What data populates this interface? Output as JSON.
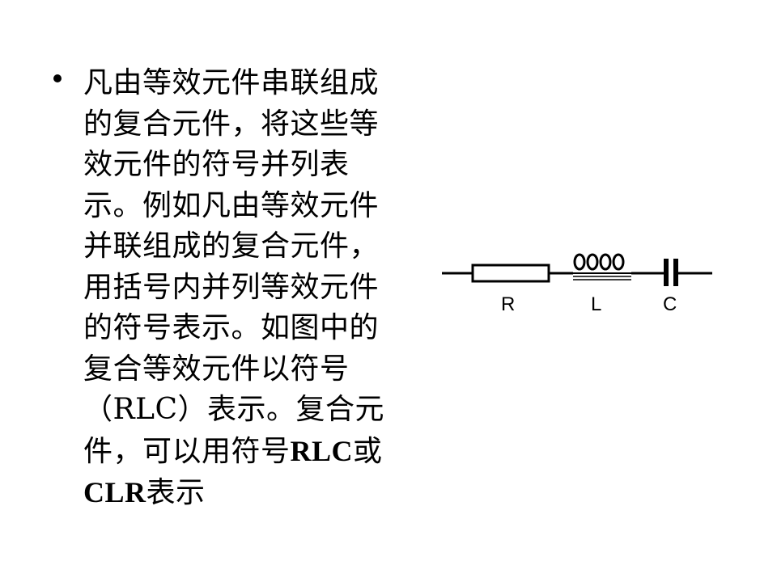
{
  "slide": {
    "paragraph_part1": "凡由等效元件串联组成的复合元件，将这些等效元件的符号并列表示。例如凡由等效元件并联组成的复合元件，用括号内并列等效元件的符号表示。如图中的复合等效元件以符号（RLC）表示。复合元件，可以用符号",
    "symbol_1": "RLC",
    "connector": "或",
    "symbol_2": "CLR",
    "paragraph_part2": "表示"
  },
  "circuit": {
    "label_r": "R",
    "label_l": "L",
    "label_c": "C"
  }
}
